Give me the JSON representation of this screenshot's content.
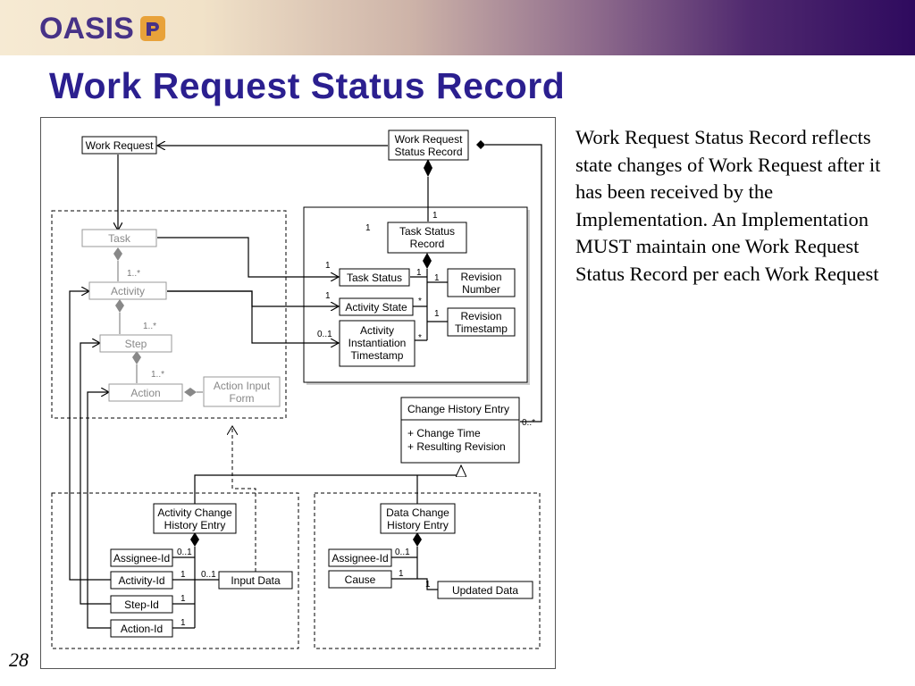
{
  "header": {
    "logo_text": "OASIS",
    "logo_mark": "oasis-logo-mark"
  },
  "slide": {
    "title": "Work Request Status Record",
    "body": "Work Request Status Record reflects state changes of Work Request after it has been received by the Implementation. An Implementation MUST maintain one Work Request Status Record per each Work Request",
    "page_number": "28"
  },
  "diagram": {
    "boxes": {
      "work_request": [
        "Work Request"
      ],
      "wrsr": [
        "Work Request",
        "Status Record"
      ],
      "task": [
        "Task"
      ],
      "activity": [
        "Activity"
      ],
      "step": [
        "Step"
      ],
      "action": [
        "Action"
      ],
      "action_input_form": [
        "Action Input",
        "Form"
      ],
      "task_status_record": [
        "Task Status",
        "Record"
      ],
      "task_status": [
        "Task Status"
      ],
      "activity_state": [
        "Activity State"
      ],
      "activity_inst_ts": [
        "Activity",
        "Instantiation",
        "Timestamp"
      ],
      "revision_number": [
        "Revision",
        "Number"
      ],
      "revision_timestamp": [
        "Revision",
        "Timestamp"
      ],
      "change_history_entry": [
        "Change History Entry"
      ],
      "che_attributes": [
        "+ Change Time",
        "+ Resulting Revision"
      ],
      "activity_che": [
        "Activity Change",
        "History Entry"
      ],
      "data_che": [
        "Data Change",
        "History Entry"
      ],
      "assignee_id_1": [
        "Assignee-Id"
      ],
      "activity_id": [
        "Activity-Id"
      ],
      "step_id": [
        "Step-Id"
      ],
      "action_id": [
        "Action-Id"
      ],
      "input_data": [
        "Input Data"
      ],
      "assignee_id_2": [
        "Assignee-Id"
      ],
      "cause": [
        "Cause"
      ],
      "updated_data": [
        "Updated Data"
      ]
    },
    "multiplicities": {
      "one": "1",
      "zero_one": "0..1",
      "many": "*",
      "one_many": "1..*",
      "zero_many": "0..*"
    }
  }
}
